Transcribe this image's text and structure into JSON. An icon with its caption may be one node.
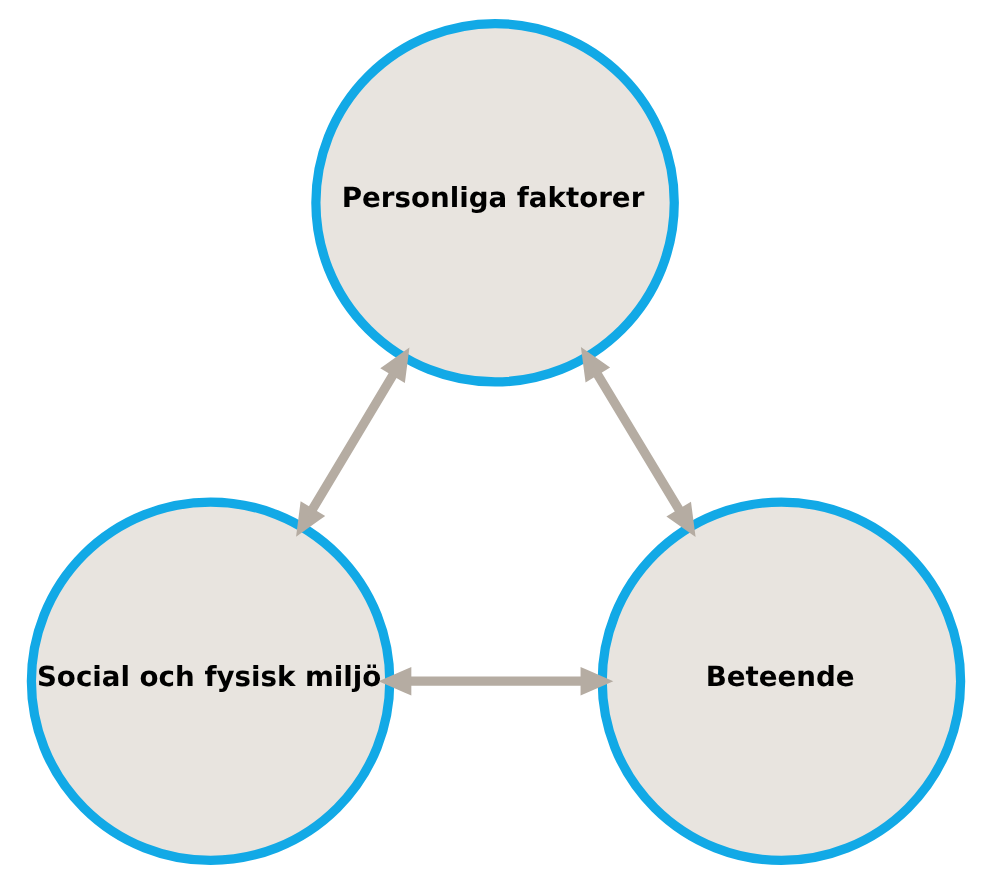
{
  "diagram": {
    "nodes": [
      {
        "text": [
          "Personliga faktorer"
        ]
      },
      {
        "text": [
          "Social och fysisk miljö"
        ]
      },
      {
        "text": [
          "Beteende"
        ]
      }
    ],
    "edges": [
      {
        "from": 1,
        "to": 0,
        "arrow": "both"
      },
      {
        "from": 0,
        "to": 2,
        "arrow": "both"
      },
      {
        "from": 1,
        "to": 2,
        "arrow": "both"
      }
    ]
  }
}
